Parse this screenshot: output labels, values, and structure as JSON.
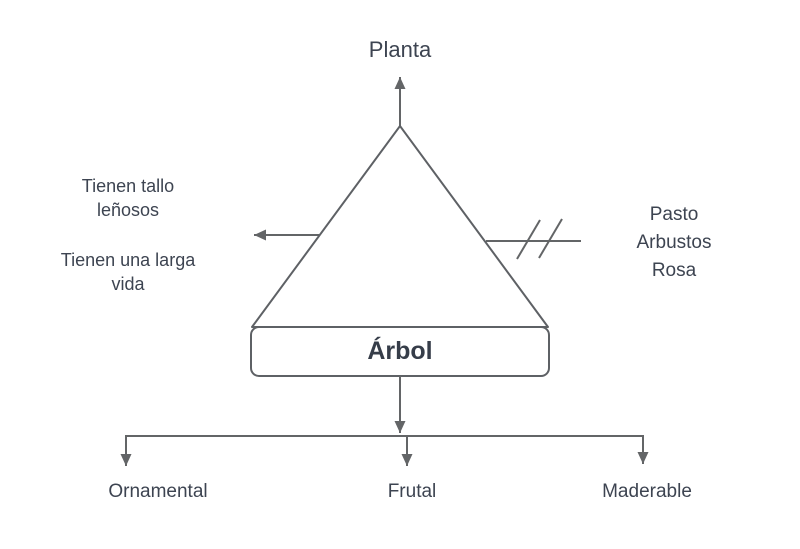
{
  "diagram": {
    "top_label": "Planta",
    "node_label": "Árbol",
    "left_notes": [
      {
        "lines": [
          "Tienen tallo",
          "leñosos"
        ]
      },
      {
        "lines": [
          "Tienen una larga",
          "vida"
        ]
      }
    ],
    "right_note": {
      "lines": [
        "Pasto",
        "Arbustos",
        "Rosa"
      ]
    },
    "branches": [
      "Ornamental",
      "Frutal",
      "Maderable"
    ],
    "colors": {
      "background": "#ffffff",
      "text": "#3d4451",
      "line": "#636567",
      "shape_border": "#5e6165",
      "shape_fill": "#ffffff"
    }
  }
}
